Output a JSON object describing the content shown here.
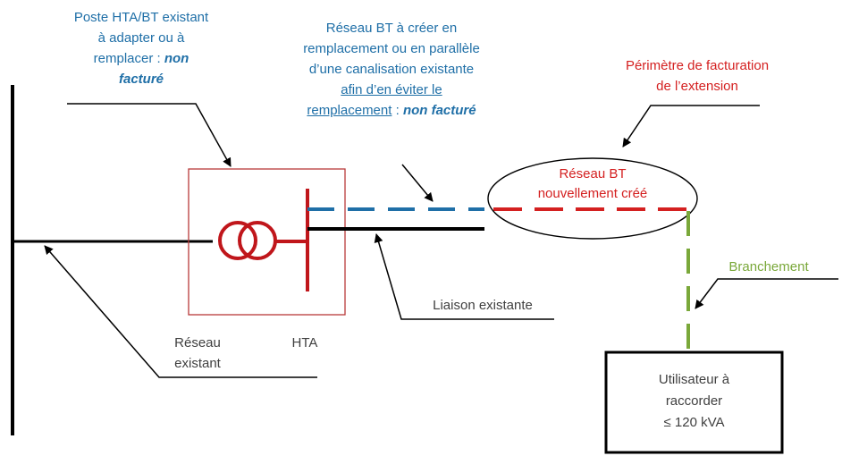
{
  "labels": {
    "poste": {
      "line1": "Poste HTA/BT existant",
      "line2": "à adapter ou à",
      "line3_text": "remplacer : ",
      "line3_bold": "non",
      "line4_bold": "facturé"
    },
    "reseau_bt": {
      "line1": "Réseau BT à créer en",
      "line2": "remplacement ou en parallèle",
      "line3": "d’une canalisation existante",
      "line4": "afin d’en éviter le",
      "line5_text": "remplacement",
      "line5_sep": " : ",
      "line5_bold": "non facturé"
    },
    "perimetre": {
      "line1": "Périmètre de facturation",
      "line2": "de l’extension"
    },
    "nouveau": {
      "line1": "Réseau BT",
      "line2": "nouvellement créé"
    },
    "branchement": "Branchement",
    "liaison": "Liaison existante",
    "reseau_existant": {
      "line1": "Réseau",
      "line2": "existant"
    },
    "hta": "HTA",
    "utilisateur": {
      "line1": "Utilisateur à",
      "line2": "raccorder",
      "line3": "≤ 120 kVA"
    }
  },
  "colors": {
    "blue": "#1f6fa7",
    "red": "#d42020",
    "green": "#7aa83a",
    "box_red": "#b83a3a",
    "black": "#000000"
  }
}
